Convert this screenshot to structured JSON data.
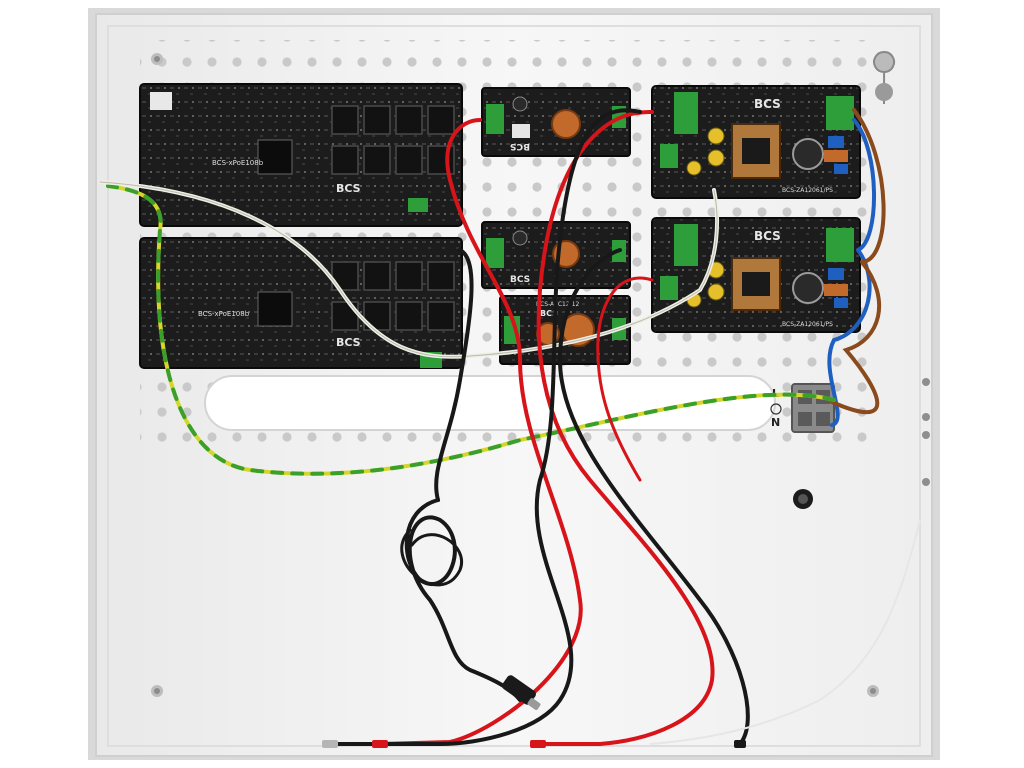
{
  "image": {
    "boards": {
      "poe_upper": {
        "brand": "BCS",
        "model": "BCS-xPoE108b"
      },
      "poe_lower": {
        "brand": "BCS",
        "model": "BCS-xPoE108b"
      },
      "psu_upper": {
        "brand": "BCS",
        "model": "BCS-ZA12061/PS"
      },
      "psu_lower": {
        "brand": "BCS",
        "model": "BCS-ZA12061/PS"
      },
      "dcdc_upper": {
        "brand": "BCS"
      },
      "dcdc_lower": {
        "brand": "BCS"
      },
      "dcdc_small": {
        "brand": "BCS",
        "model": "BCS-AVC12/12"
      }
    },
    "terminal_labels": {
      "live": "L",
      "neutral": "N"
    }
  },
  "colors": {
    "enclosure": "#f2f2f2",
    "pcb": "#1c1c1c",
    "terminal_green": "#2e9e3a",
    "wire_red": "#d8141b",
    "wire_black": "#181818",
    "wire_blue": "#1f5fbf",
    "wire_brown": "#8a4a1c",
    "wire_earth_green": "#3aa02a",
    "wire_earth_yellow": "#d6d62a",
    "coil_copper": "#c26a2c"
  }
}
